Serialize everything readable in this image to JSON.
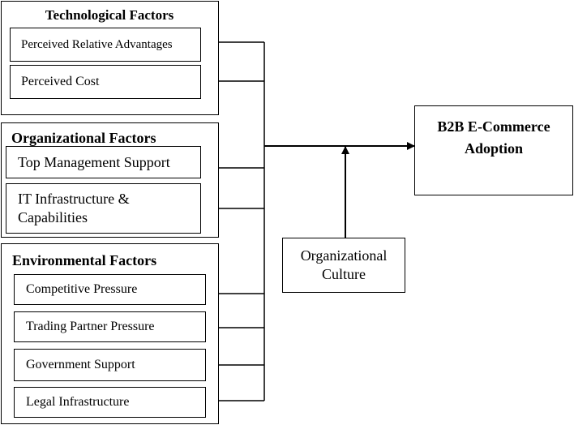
{
  "groups": {
    "technological": {
      "title": "Technological Factors",
      "items": [
        "Perceived Relative Advantages",
        "Perceived Cost"
      ]
    },
    "organizational": {
      "title": "Organizational Factors",
      "items": [
        "Top Management Support",
        "IT Infrastructure & Capabilities"
      ]
    },
    "environmental": {
      "title": "Environmental Factors",
      "items": [
        "Competitive Pressure",
        "Trading Partner Pressure",
        "Government Support",
        "Legal Infrastructure"
      ]
    }
  },
  "moderator": {
    "label": "Organizational Culture"
  },
  "outcome": {
    "label": "B2B E-Commerce Adoption"
  }
}
